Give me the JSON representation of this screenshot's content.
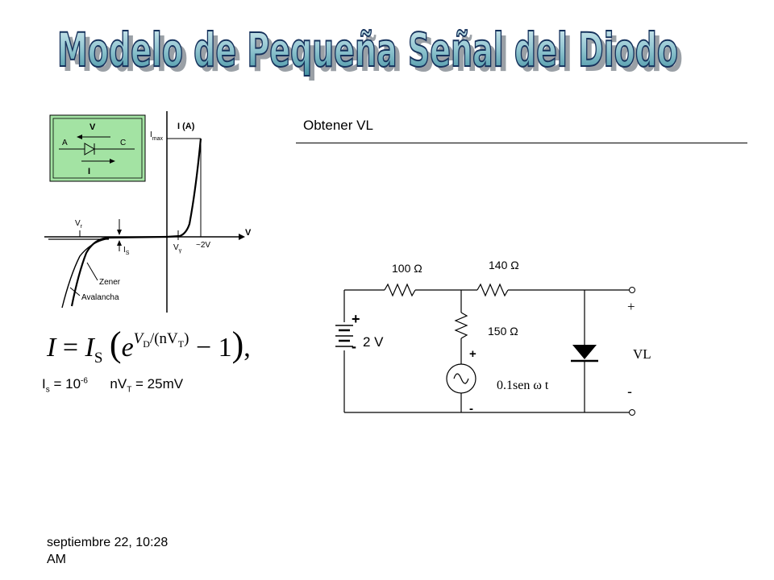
{
  "title": "Modelo de Pequeña Señal del Diodo",
  "task": "Obtener VL",
  "iv_curve": {
    "inset": {
      "voltage": "V",
      "anode": "A",
      "cathode": "C",
      "current": "I"
    },
    "y_axis": "I (A)",
    "x_axis": "V",
    "imax": "I",
    "imax_sub": "max",
    "vr": "V",
    "vr_sub": "r",
    "is": "I",
    "is_sub": "S",
    "vgamma": "V",
    "vgamma_sub": "γ",
    "two_v": "~2V",
    "zener": "Zener",
    "avalancha": "Avalancha"
  },
  "equation": {
    "lhs": "I",
    "is_sym": "I",
    "is_sub": "S",
    "e": "e",
    "exponent": "V",
    "exp_sub": "D",
    "exp_denom": "/(nV",
    "exp_denom_sub": "T",
    "exp_close": ")",
    "tail": " − 1",
    "comma": ","
  },
  "params": {
    "is_label": "I",
    "is_sub": "s",
    "is_eq": " = 10",
    "is_exp": "-6",
    "nvt_label": "nV",
    "nvt_sub": "T",
    "nvt_eq": " = 25mV"
  },
  "circuit": {
    "r1": "100 Ω",
    "r2": "140 Ω",
    "r3": "150 Ω",
    "battery": "2 V",
    "battery_plus": "+",
    "battery_minus": "-",
    "source": "0.1sen ω t",
    "source_plus": "+",
    "source_minus": "-",
    "out_plus": "+",
    "out_label": "VL",
    "out_minus": "-"
  },
  "footer": {
    "line1": "septiembre 22, 10:28",
    "line2": "AM"
  }
}
